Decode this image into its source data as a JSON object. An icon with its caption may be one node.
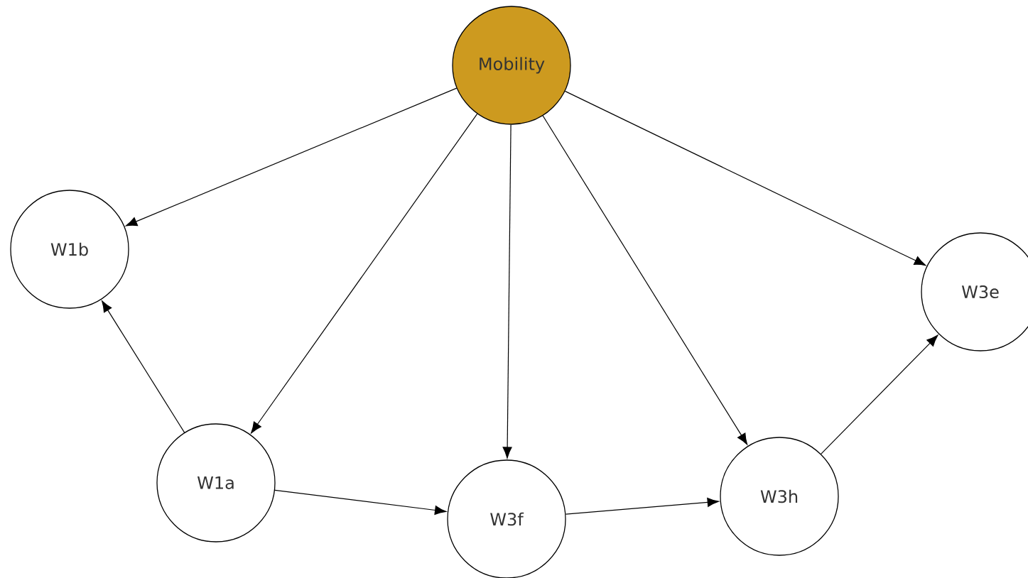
{
  "diagram": {
    "nodes": [
      {
        "text": [
          "Mobility"
        ]
      },
      {
        "text": [
          "W1b"
        ]
      },
      {
        "text": [
          "W3e"
        ]
      },
      {
        "text": [
          "W1a"
        ]
      },
      {
        "text": [
          "W3f"
        ]
      },
      {
        "text": [
          "W3h"
        ]
      }
    ],
    "edges": [
      {
        "from": 0,
        "to": 1,
        "arrow": "to"
      },
      {
        "from": 0,
        "to": 3,
        "arrow": "to"
      },
      {
        "from": 0,
        "to": 4,
        "arrow": "to"
      },
      {
        "from": 0,
        "to": 5,
        "arrow": "to"
      },
      {
        "from": 0,
        "to": 2,
        "arrow": "to"
      },
      {
        "from": 3,
        "to": 1,
        "arrow": "to"
      },
      {
        "from": 3,
        "to": 4,
        "arrow": "to"
      },
      {
        "from": 4,
        "to": 5,
        "arrow": "to"
      },
      {
        "from": 5,
        "to": 2,
        "arrow": "to"
      }
    ]
  }
}
